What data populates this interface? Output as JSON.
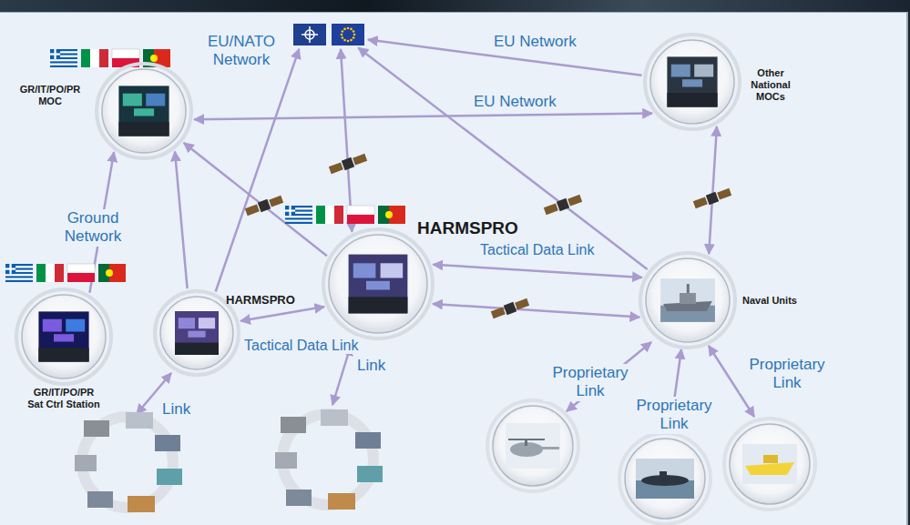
{
  "diagram": {
    "nodes": [
      {
        "text": [
          "GR/IT/PO/PR MOC"
        ]
      },
      {
        "text": [
          "EU/NATO Network"
        ]
      },
      {
        "text": [
          "Other National MOCs"
        ]
      },
      {
        "text": [
          "HARMSPRO"
        ]
      },
      {
        "text": [
          "GR/IT/PO/PR Sat Ctrl Station"
        ]
      },
      {
        "text": [
          "HARMSPRO"
        ]
      },
      {
        "text": [
          "Naval Units"
        ]
      }
    ],
    "edges": [
      {
        "from": 2,
        "to": 1,
        "arrow": "to",
        "label": "EU Network"
      },
      {
        "from": 0,
        "to": 2,
        "arrow": "both",
        "label": "EU Network"
      },
      {
        "from": 4,
        "to": 0,
        "arrow": "to",
        "label": "Ground Network"
      },
      {
        "from": 5,
        "to": 0,
        "arrow": "to"
      },
      {
        "from": 5,
        "to": 1,
        "arrow": "to"
      },
      {
        "from": 3,
        "to": 0,
        "arrow": "to"
      },
      {
        "from": 3,
        "to": 1,
        "arrow": "both"
      },
      {
        "from": 6,
        "to": 1,
        "arrow": "to"
      },
      {
        "from": 5,
        "to": 3,
        "arrow": "both",
        "label": "Tactical Data Link"
      },
      {
        "from": 3,
        "to": 6,
        "arrow": "both",
        "label": "Tactical Data Link"
      },
      {
        "from": 3,
        "to": 6,
        "arrow": "both"
      },
      {
        "from": 6,
        "to": 2,
        "arrow": "both"
      }
    ],
    "labels": [
      "Link",
      "Link",
      "Proprietary Link",
      "Proprietary Link",
      "Proprietary Link"
    ]
  }
}
